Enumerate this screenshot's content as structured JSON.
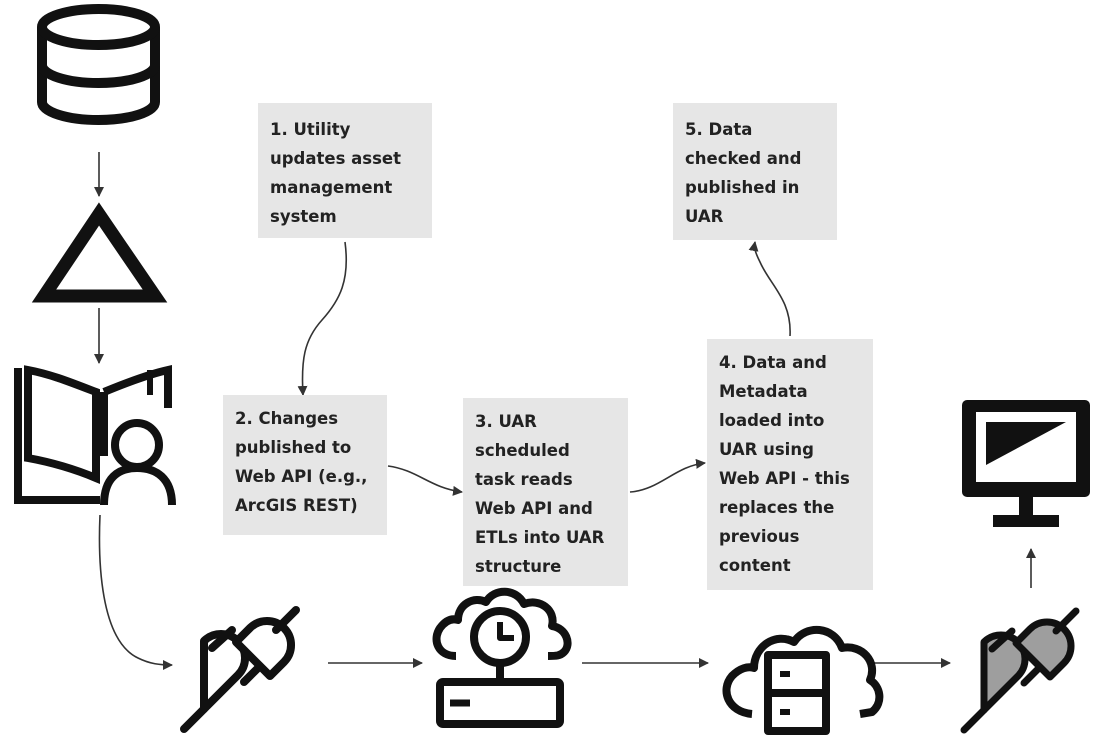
{
  "steps": [
    {
      "id": "step1",
      "lines": [
        "1. Utility",
        "updates asset",
        "management",
        "system"
      ]
    },
    {
      "id": "step2",
      "lines": [
        "2. Changes",
        "published to",
        "Web API (e.g.,",
        "ArcGIS REST)"
      ]
    },
    {
      "id": "step3",
      "lines": [
        "3. UAR",
        "scheduled",
        "task reads",
        "Web API and",
        "ETLs into UAR",
        "structure"
      ]
    },
    {
      "id": "step4",
      "lines": [
        "4. Data and",
        "Metadata",
        "loaded into",
        "UAR using",
        "Web API - this",
        "replaces the",
        "previous",
        "content"
      ]
    },
    {
      "id": "step5",
      "lines": [
        "5. Data",
        "checked and",
        "published in",
        "UAR"
      ]
    }
  ],
  "icons": [
    "database-icon",
    "triangle-icon",
    "book-user-icon",
    "plug-icon",
    "cloud-clock-server-icon",
    "cloud-server-icon",
    "plug-filled-icon",
    "monitor-icon"
  ],
  "colors": {
    "box": "#e6e6e6",
    "text": "#222222",
    "line": "#333333",
    "icon": "#111111",
    "plug_fill": "#9e9e9e"
  }
}
